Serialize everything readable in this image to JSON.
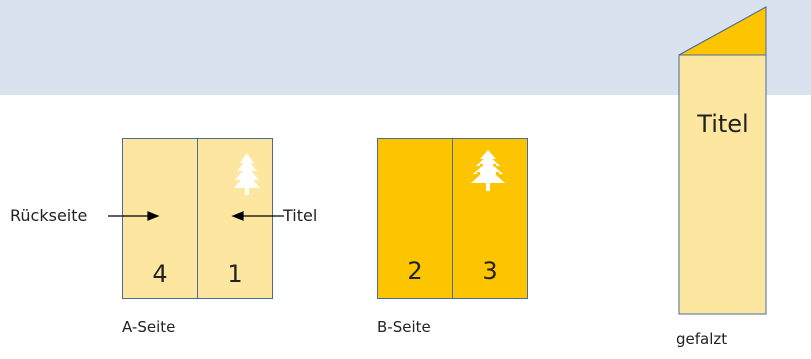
{
  "sheet_a": {
    "caption": "A-Seite",
    "left_panel_number": "4",
    "right_panel_number": "1",
    "label_left": "Rückseite",
    "label_right": "Titel",
    "color": "#fde7a0"
  },
  "sheet_b": {
    "caption": "B-Seite",
    "left_panel_number": "2",
    "right_panel_number": "3",
    "color": "#fcc500"
  },
  "folded": {
    "caption": "gefalzt",
    "title": "Titel",
    "color_front": "#fde7a0",
    "color_flap": "#fcc500"
  },
  "icons": [
    "tree-icon"
  ]
}
